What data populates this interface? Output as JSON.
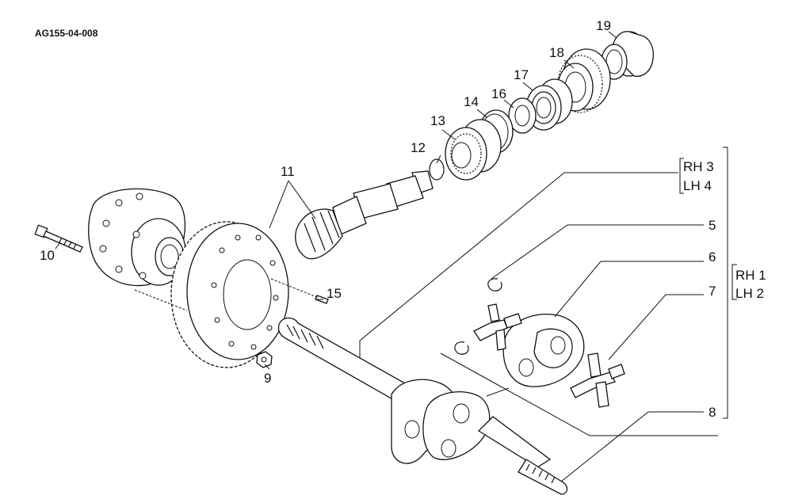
{
  "drawing_code": "AG155-04-008",
  "callouts": {
    "c1": "5",
    "c2": "6",
    "c3": "7",
    "c4": "8",
    "c5": "9",
    "c6": "10",
    "c7": "11",
    "c8": "12",
    "c9": "13",
    "c10": "14",
    "c11": "15",
    "c12": "16",
    "c13": "17",
    "c14": "18",
    "c15": "19"
  },
  "groups": {
    "upper": {
      "line1": "RH 3",
      "line2": "LH 4"
    },
    "lower": {
      "line1": "RH 1",
      "line2": "LH 2"
    }
  }
}
